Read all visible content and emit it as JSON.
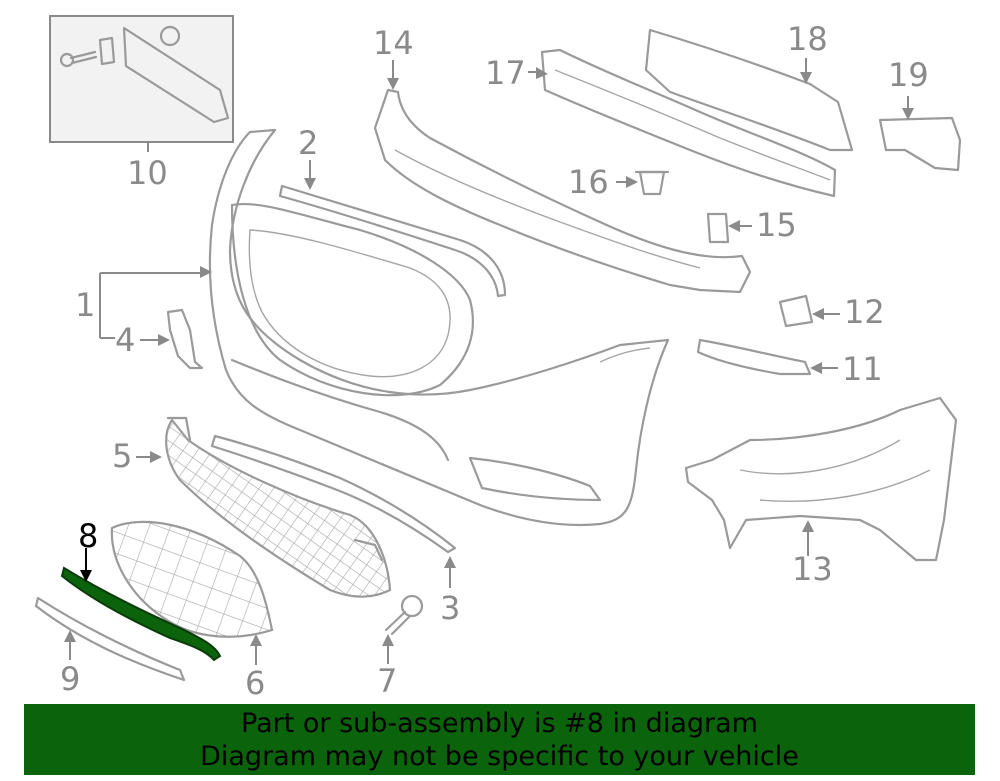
{
  "callouts": {
    "c1": "1",
    "c2": "2",
    "c3": "3",
    "c4": "4",
    "c5": "5",
    "c6": "6",
    "c7": "7",
    "c8": "8",
    "c9": "9",
    "c10": "10",
    "c11": "11",
    "c12": "12",
    "c13": "13",
    "c14": "14",
    "c15": "15",
    "c16": "16",
    "c17": "17",
    "c18": "18",
    "c19": "19"
  },
  "highlighted_part": "8",
  "banner": {
    "line1": "Part or sub-assembly is #8 in diagram",
    "line2": "Diagram may not be specific to your vehicle"
  },
  "colors": {
    "banner_bg": "#0b640b",
    "highlight_part": "#0b640b",
    "line_art": "#9a9a9a"
  }
}
